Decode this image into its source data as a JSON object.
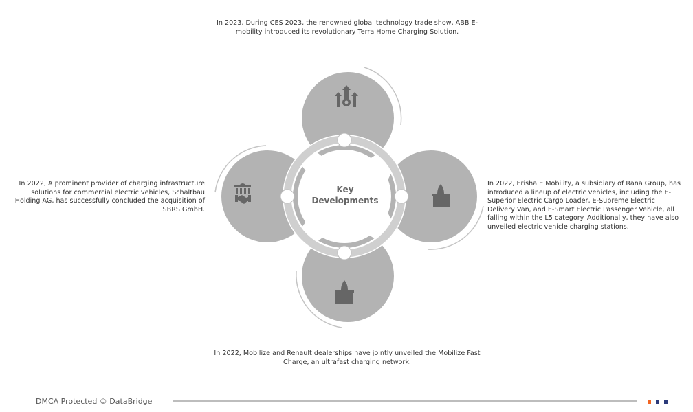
{
  "center_label": [
    "Key",
    "Developments"
  ],
  "developments": {
    "top": "In 2023, During CES 2023, the renowned global technology trade show, ABB E-mobility introduced its revolutionary Terra Home Charging Solution.",
    "left": "In 2022, A prominent provider of charging infrastructure solutions for commercial electric vehicles, Schaltbau Holding AG, has successfully concluded the acquisition of SBRS GmbH.",
    "right": "In 2022, Erisha E Mobility, a subsidiary of Rana Group, has introduced a lineup of electric vehicles, including the E-Superior Electric Cargo Loader, E-Supreme Electric Delivery Van, and E-Smart Electric Passenger Vehicle, all falling within the L5 category. Additionally, they have also unveiled electric vehicle charging stations.",
    "bottom": "In 2022, Mobilize and Renault dealerships have jointly unveiled the Mobilize Fast Charge, an ultrafast charging network."
  },
  "icons": {
    "top": "growth-gear-icon",
    "left": "acquisition-handshake-icon",
    "right": "product-launch-icon",
    "bottom": "product-launch-icon"
  },
  "footer": {
    "text": "DMCA Protected © DataBridge"
  },
  "colors": {
    "circle": "#b3b3b3",
    "ring": "#cfcfcf",
    "icon": "#666666",
    "accent_orange": "#f26522",
    "accent_navy": "#2b3a7a"
  }
}
